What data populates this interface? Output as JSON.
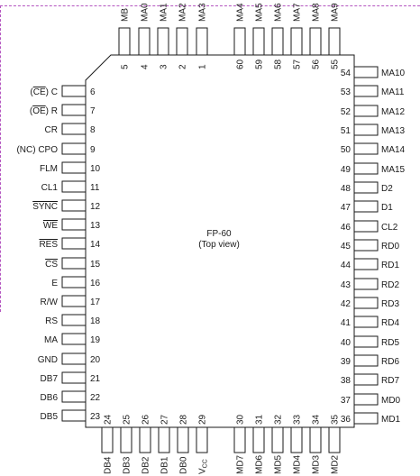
{
  "package": {
    "name": "FP-60",
    "view": "(Top view)"
  },
  "pins": {
    "top": [
      {
        "num": "5",
        "label": "MB"
      },
      {
        "num": "4",
        "label": "MA0"
      },
      {
        "num": "3",
        "label": "MA1"
      },
      {
        "num": "2",
        "label": "MA2"
      },
      {
        "num": "1",
        "label": "MA3"
      },
      {
        "num": "60",
        "label": "MA4"
      },
      {
        "num": "59",
        "label": "MA5"
      },
      {
        "num": "58",
        "label": "MA6"
      },
      {
        "num": "57",
        "label": "MA7"
      },
      {
        "num": "56",
        "label": "MA8"
      },
      {
        "num": "55",
        "label": "MA9"
      }
    ],
    "left": [
      {
        "num": "6",
        "label": "C",
        "bar": "CE"
      },
      {
        "num": "7",
        "label": "R",
        "bar": "OE"
      },
      {
        "num": "8",
        "label": "CR"
      },
      {
        "num": "9",
        "label": "(NC) CPO"
      },
      {
        "num": "10",
        "label": "FLM"
      },
      {
        "num": "11",
        "label": "CL1"
      },
      {
        "num": "12",
        "label": "SYNC",
        "overline": true
      },
      {
        "num": "13",
        "label": "WE",
        "overline": true
      },
      {
        "num": "14",
        "label": "RES",
        "overline": true
      },
      {
        "num": "15",
        "label": "CS",
        "overline": true
      },
      {
        "num": "16",
        "label": "E"
      },
      {
        "num": "17",
        "label": "R/W"
      },
      {
        "num": "18",
        "label": "RS"
      },
      {
        "num": "19",
        "label": "MA"
      },
      {
        "num": "20",
        "label": "GND"
      },
      {
        "num": "21",
        "label": "DB7"
      },
      {
        "num": "22",
        "label": "DB6"
      },
      {
        "num": "23",
        "label": "DB5"
      }
    ],
    "right": [
      {
        "num": "54",
        "label": "MA10"
      },
      {
        "num": "53",
        "label": "MA11"
      },
      {
        "num": "52",
        "label": "MA12"
      },
      {
        "num": "51",
        "label": "MA13"
      },
      {
        "num": "50",
        "label": "MA14"
      },
      {
        "num": "49",
        "label": "MA15"
      },
      {
        "num": "48",
        "label": "D2"
      },
      {
        "num": "47",
        "label": "D1"
      },
      {
        "num": "46",
        "label": "CL2"
      },
      {
        "num": "45",
        "label": "RD0"
      },
      {
        "num": "44",
        "label": "RD1"
      },
      {
        "num": "43",
        "label": "RD2"
      },
      {
        "num": "42",
        "label": "RD3"
      },
      {
        "num": "41",
        "label": "RD4"
      },
      {
        "num": "40",
        "label": "RD5"
      },
      {
        "num": "39",
        "label": "RD6"
      },
      {
        "num": "38",
        "label": "RD7"
      },
      {
        "num": "37",
        "label": "MD0"
      },
      {
        "num": "36",
        "label": "MD1"
      }
    ],
    "bottom": [
      {
        "num": "24",
        "label": "DB4"
      },
      {
        "num": "25",
        "label": "DB3"
      },
      {
        "num": "26",
        "label": "DB2"
      },
      {
        "num": "27",
        "label": "DB1"
      },
      {
        "num": "28",
        "label": "DB0"
      },
      {
        "num": "29",
        "label": "V",
        "sub": "CC"
      },
      {
        "num": "30",
        "label": "MD7"
      },
      {
        "num": "31",
        "label": "MD6"
      },
      {
        "num": "32",
        "label": "MD5"
      },
      {
        "num": "33",
        "label": "MD4"
      },
      {
        "num": "34",
        "label": "MD3"
      },
      {
        "num": "35",
        "label": "MD2"
      }
    ]
  }
}
